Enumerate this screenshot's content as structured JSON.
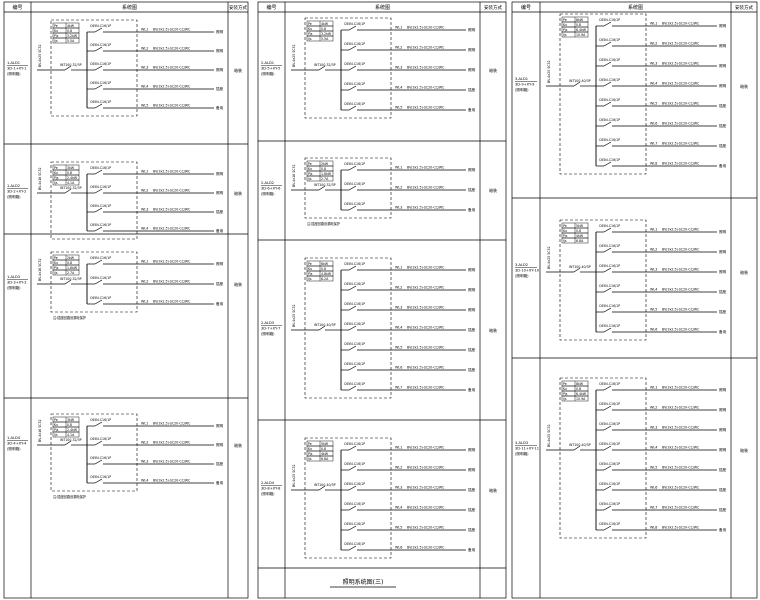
{
  "sheet": {
    "header": {
      "col1": "编号",
      "col2": "系统图",
      "col3": "安装方式"
    },
    "title": "照明系统图(三)"
  },
  "panels": [
    {
      "id": "p1",
      "col": 0,
      "cabinet": [
        "1-ALD1",
        "3D-1+XY-1",
        "(照明箱)"
      ],
      "inlet": "BV-4x25 SC32",
      "circuits": [
        "WL1",
        "WL2",
        "WL3",
        "WL4",
        "WL5"
      ],
      "breakers": [
        "C65N-C16/1P",
        "C65N-C16/1P",
        "C65N-C16/1P",
        "C65N-C16/1P",
        "C65N-C16/1P"
      ],
      "cables": [
        "BV(3x2.5)-SC20-CC/WC",
        "BV(3x2.5)-SC20-CC/WC",
        "BV(3x2.5)-SC20-CC/WC",
        "BV(3x2.5)-SC20-CC/WC",
        "BV(3x2.5)-SC20-CC/WC"
      ],
      "loads": [
        "照明",
        "照明",
        "照明",
        "插座",
        "备用"
      ],
      "install": "暗装",
      "info": [
        [
          "Pe",
          "4kW"
        ],
        [
          "Kx",
          "0.8"
        ],
        [
          "Pjs",
          "3.2kW"
        ],
        [
          "Ijs",
          "5.5A"
        ]
      ],
      "main": "INT100-32/3P",
      "note": ""
    },
    {
      "id": "p2",
      "col": 0,
      "cabinet": [
        "1-ALD2",
        "3D-2+XY-2",
        "(照明箱)"
      ],
      "inlet": "BV-4x16 SC32",
      "circuits": [
        "WL1",
        "WL2",
        "WL3",
        "WL4"
      ],
      "breakers": [
        "C65N-C16/1P",
        "C65N-C16/1P",
        "C65N-C16/1P",
        "C65N-C16/1P"
      ],
      "cables": [
        "BV(3x2.5)-SC20-CC/WC",
        "BV(3x2.5)-SC20-CC/WC",
        "BV(3x2.5)-SC20-CC/WC",
        "BV(3x2.5)-SC20-CC/WC"
      ],
      "loads": [
        "照明",
        "照明",
        "插座",
        "备用"
      ],
      "install": "暗装",
      "info": [
        [
          "Pe",
          "3kW"
        ],
        [
          "Kx",
          "0.8"
        ],
        [
          "Pjs",
          "2.4kW"
        ],
        [
          "Ijs",
          "4.1A"
        ]
      ],
      "main": "INT100-32/3P",
      "note": ""
    },
    {
      "id": "p3",
      "col": 0,
      "cabinet": [
        "1-ALD3",
        "3D-3+XY-3",
        "(照明箱)"
      ],
      "inlet": "BV-4x16 SC32",
      "circuits": [
        "WL1",
        "WL2",
        "WL3"
      ],
      "breakers": [
        "C65N-C16/1P",
        "C65N-C16/1P",
        "C65N-C16/1P"
      ],
      "cables": [
        "BV(3x2.5)-SC20-CC/WC",
        "BV(3x2.5)-SC20-CC/WC",
        "BV(3x2.5)-SC20-CC/WC"
      ],
      "loads": [
        "照明",
        "插座",
        "备用"
      ],
      "install": "暗装",
      "info": [
        [
          "Pe",
          "2kW"
        ],
        [
          "Kx",
          "0.8"
        ],
        [
          "Pjs",
          "1.6kW"
        ],
        [
          "Ijs",
          "2.7A"
        ]
      ],
      "main": "INT100-32/3P",
      "note": "注:插座回路设漏电保护"
    },
    {
      "id": "p4",
      "col": 0,
      "cabinet": [
        "1-ALD4",
        "3D-4+XY-4",
        "(照明箱)"
      ],
      "inlet": "BV-4x16 SC32",
      "circuits": [
        "WL1",
        "WL2",
        "WL3",
        "WL4"
      ],
      "breakers": [
        "C65N-C16/1P",
        "C65N-C16/1P",
        "C65N-C16/1P",
        "C65N-C16/1P"
      ],
      "cables": [
        "BV(3x2.5)-SC20-CC/WC",
        "BV(3x2.5)-SC20-CC/WC",
        "BV(3x2.5)-SC20-CC/WC",
        "BV(3x2.5)-SC20-CC/WC"
      ],
      "loads": [
        "照明",
        "照明",
        "插座",
        "备用"
      ],
      "install": "暗装",
      "info": [
        [
          "Pe",
          "3kW"
        ],
        [
          "Kx",
          "0.8"
        ],
        [
          "Pjs",
          "2.4kW"
        ],
        [
          "Ijs",
          "4.1A"
        ]
      ],
      "main": "INT100-32/3P",
      "note": "注:插座回路设漏电保护"
    },
    {
      "id": "p5",
      "col": 1,
      "cabinet": [
        "2-ALD1",
        "3D-5+XY-5",
        "(照明箱)"
      ],
      "inlet": "BV-4x25 SC32",
      "circuits": [
        "WL1",
        "WL2",
        "WL3",
        "WL4",
        "WL5"
      ],
      "breakers": [
        "C65N-C16/1P",
        "C65N-C16/1P",
        "C65N-C16/1P",
        "C65N-C16/1P",
        "C65N-C16/1P"
      ],
      "cables": [
        "BV(3x2.5)-SC20-CC/WC",
        "BV(3x2.5)-SC20-CC/WC",
        "BV(3x2.5)-SC20-CC/WC",
        "BV(3x2.5)-SC20-CC/WC",
        "BV(3x2.5)-SC20-CC/WC"
      ],
      "loads": [
        "照明",
        "照明",
        "照明",
        "插座",
        "备用"
      ],
      "install": "暗装",
      "info": [
        [
          "Pe",
          "4kW"
        ],
        [
          "Kx",
          "0.8"
        ],
        [
          "Pjs",
          "3.2kW"
        ],
        [
          "Ijs",
          "5.5A"
        ]
      ],
      "main": "INT100-32/3P",
      "note": ""
    },
    {
      "id": "p6",
      "col": 1,
      "cabinet": [
        "2-ALD2",
        "3D-6+XY-6",
        "(照明箱)"
      ],
      "inlet": "BV-4x16 SC32",
      "circuits": [
        "WL1",
        "WL2",
        "WL3"
      ],
      "breakers": [
        "C65N-C16/1P",
        "C65N-C16/1P",
        "C65N-C16/1P"
      ],
      "cables": [
        "BV(3x2.5)-SC20-CC/WC",
        "BV(3x2.5)-SC20-CC/WC",
        "BV(3x2.5)-SC20-CC/WC"
      ],
      "loads": [
        "照明",
        "插座",
        "备用"
      ],
      "install": "暗装",
      "info": [
        [
          "Pe",
          "2kW"
        ],
        [
          "Kx",
          "0.8"
        ],
        [
          "Pjs",
          "1.6kW"
        ],
        [
          "Ijs",
          "2.7A"
        ]
      ],
      "main": "INT100-32/3P",
      "note": "注:插座回路设漏电保护"
    },
    {
      "id": "p7",
      "col": 1,
      "cabinet": [
        "2-ALD3",
        "3D-7+XY-7",
        "(照明箱)"
      ],
      "inlet": "BV-4x25 SC32",
      "circuits": [
        "WL1",
        "WL2",
        "WL3",
        "WL4",
        "WL5",
        "WL6",
        "WL7"
      ],
      "breakers": [
        "C65N-C16/1P",
        "C65N-C16/1P",
        "C65N-C16/1P",
        "C65N-C16/1P",
        "C65N-C16/1P",
        "C65N-C16/1P",
        "C65N-C16/1P"
      ],
      "cables": [
        "BV(3x2.5)-SC20-CC/WC",
        "BV(3x2.5)-SC20-CC/WC",
        "BV(3x2.5)-SC20-CC/WC",
        "BV(3x2.5)-SC20-CC/WC",
        "BV(3x2.5)-SC20-CC/WC",
        "BV(3x2.5)-SC20-CC/WC",
        "BV(3x2.5)-SC20-CC/WC"
      ],
      "loads": [
        "照明",
        "照明",
        "照明",
        "插座",
        "插座",
        "插座",
        "备用"
      ],
      "install": "暗装",
      "info": [
        [
          "Pe",
          "6kW"
        ],
        [
          "Kx",
          "0.8"
        ],
        [
          "Pjs",
          "4.8kW"
        ],
        [
          "Ijs",
          "8.2A"
        ]
      ],
      "main": "INT100-40/3P",
      "note": ""
    },
    {
      "id": "p8",
      "col": 1,
      "cabinet": [
        "2-ALD4",
        "3D-8+XY-8",
        "(照明箱)"
      ],
      "inlet": "BV-4x25 SC32",
      "circuits": [
        "WL1",
        "WL2",
        "WL3",
        "WL4",
        "WL5",
        "WL6"
      ],
      "breakers": [
        "C65N-C16/1P",
        "C65N-C16/1P",
        "C65N-C16/1P",
        "C65N-C16/1P",
        "C65N-C16/1P",
        "C65N-C16/1P"
      ],
      "cables": [
        "BV(3x2.5)-SC20-CC/WC",
        "BV(3x2.5)-SC20-CC/WC",
        "BV(3x2.5)-SC20-CC/WC",
        "BV(3x2.5)-SC20-CC/WC",
        "BV(3x2.5)-SC20-CC/WC",
        "BV(3x2.5)-SC20-CC/WC"
      ],
      "loads": [
        "照明",
        "照明",
        "插座",
        "插座",
        "插座",
        "备用"
      ],
      "install": "暗装",
      "info": [
        [
          "Pe",
          "5kW"
        ],
        [
          "Kx",
          "0.8"
        ],
        [
          "Pjs",
          "4kW"
        ],
        [
          "Ijs",
          "6.8A"
        ]
      ],
      "main": "INT100-40/3P",
      "note": ""
    },
    {
      "id": "p9",
      "col": 2,
      "cabinet": [
        "3-ALD1",
        "3D-9+XY-9",
        "(照明箱)"
      ],
      "inlet": "BV-4x25 SC32",
      "circuits": [
        "WL1",
        "WL2",
        "WL3",
        "WL4",
        "WL5",
        "WL6",
        "WL7",
        "WL8"
      ],
      "breakers": [
        "C65N-C16/1P",
        "C65N-C16/1P",
        "C65N-C16/1P",
        "C65N-C16/1P",
        "C65N-C16/1P",
        "C65N-C16/1P",
        "C65N-C16/1P",
        "C65N-C16/1P"
      ],
      "cables": [
        "BV(3x2.5)-SC20-CC/WC",
        "BV(3x2.5)-SC20-CC/WC",
        "BV(3x2.5)-SC20-CC/WC",
        "BV(3x2.5)-SC20-CC/WC",
        "BV(3x2.5)-SC20-CC/WC",
        "BV(3x2.5)-SC20-CC/WC",
        "BV(3x2.5)-SC20-CC/WC",
        "BV(3x2.5)-SC20-CC/WC"
      ],
      "loads": [
        "照明",
        "照明",
        "照明",
        "照明",
        "插座",
        "插座",
        "插座",
        "备用"
      ],
      "install": "暗装",
      "info": [
        [
          "Pe",
          "8kW"
        ],
        [
          "Kx",
          "0.8"
        ],
        [
          "Pjs",
          "6.4kW"
        ],
        [
          "Ijs",
          "10.9A"
        ]
      ],
      "main": "INT100-40/3P",
      "note": ""
    },
    {
      "id": "p10",
      "col": 2,
      "cabinet": [
        "3-ALD2",
        "3D-10+XY-10",
        "(照明箱)"
      ],
      "inlet": "BV-4x25 SC32",
      "circuits": [
        "WL1",
        "WL2",
        "WL3",
        "WL4",
        "WL5",
        "WL6"
      ],
      "breakers": [
        "C65N-C16/1P",
        "C65N-C16/1P",
        "C65N-C16/1P",
        "C65N-C16/1P",
        "C65N-C16/1P",
        "C65N-C16/1P"
      ],
      "cables": [
        "BV(3x2.5)-SC20-CC/WC",
        "BV(3x2.5)-SC20-CC/WC",
        "BV(3x2.5)-SC20-CC/WC",
        "BV(3x2.5)-SC20-CC/WC",
        "BV(3x2.5)-SC20-CC/WC",
        "BV(3x2.5)-SC20-CC/WC"
      ],
      "loads": [
        "照明",
        "照明",
        "照明",
        "插座",
        "插座",
        "备用"
      ],
      "install": "暗装",
      "info": [
        [
          "Pe",
          "5kW"
        ],
        [
          "Kx",
          "0.8"
        ],
        [
          "Pjs",
          "4kW"
        ],
        [
          "Ijs",
          "6.8A"
        ]
      ],
      "main": "INT100-40/3P",
      "note": ""
    },
    {
      "id": "p11",
      "col": 2,
      "cabinet": [
        "3-ALD3",
        "3D-11+XY-11",
        "(照明箱)"
      ],
      "inlet": "BV-4x25 SC32",
      "circuits": [
        "WL1",
        "WL2",
        "WL3",
        "WL4",
        "WL5",
        "WL6",
        "WL7",
        "WL8"
      ],
      "breakers": [
        "C65N-C16/1P",
        "C65N-C16/1P",
        "C65N-C16/1P",
        "C65N-C16/1P",
        "C65N-C16/1P",
        "C65N-C16/1P",
        "C65N-C16/1P",
        "C65N-C16/1P"
      ],
      "cables": [
        "BV(3x2.5)-SC20-CC/WC",
        "BV(3x2.5)-SC20-CC/WC",
        "BV(3x2.5)-SC20-CC/WC",
        "BV(3x2.5)-SC20-CC/WC",
        "BV(3x2.5)-SC20-CC/WC",
        "BV(3x2.5)-SC20-CC/WC",
        "BV(3x2.5)-SC20-CC/WC",
        "BV(3x2.5)-SC20-CC/WC"
      ],
      "loads": [
        "照明",
        "照明",
        "照明",
        "照明",
        "插座",
        "插座",
        "插座",
        "备用"
      ],
      "install": "暗装",
      "info": [
        [
          "Pe",
          "8kW"
        ],
        [
          "Kx",
          "0.8"
        ],
        [
          "Pjs",
          "6.4kW"
        ],
        [
          "Ijs",
          "10.9A"
        ]
      ],
      "main": "INT100-40/3P",
      "note": ""
    }
  ]
}
